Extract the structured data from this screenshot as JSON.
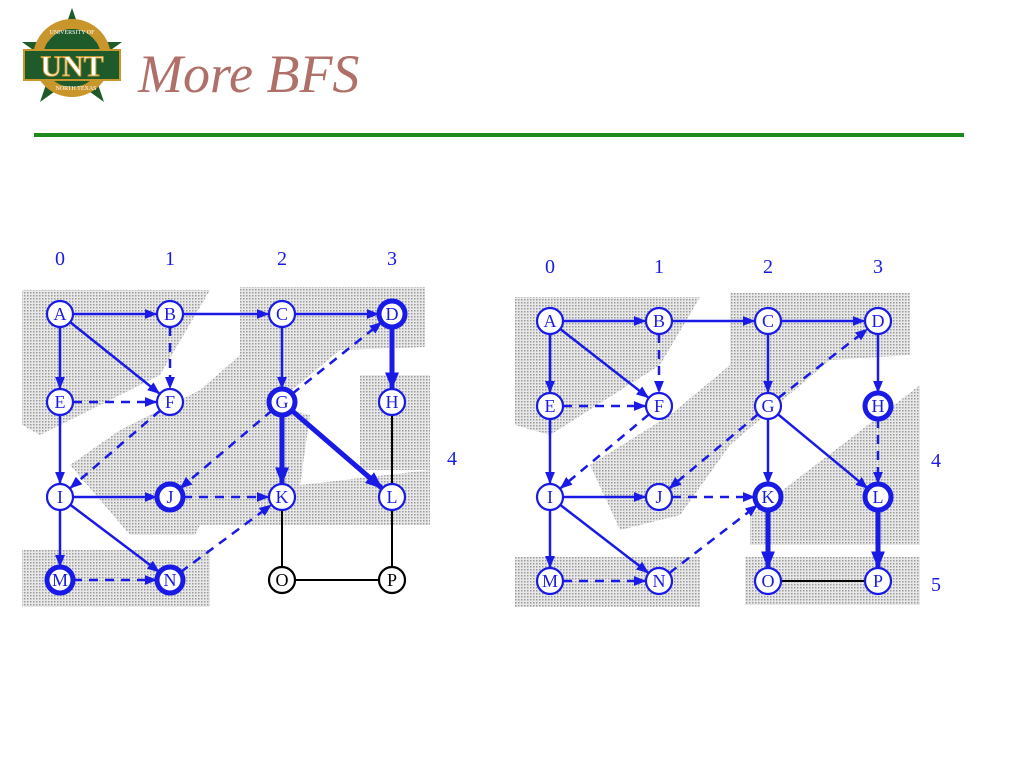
{
  "slide": {
    "title": "More BFS",
    "logo_text": "UNT",
    "logo_ring_top": "UNIVERSITY OF",
    "logo_ring_bottom": "NORTH TEXAS"
  },
  "colors": {
    "title": "#b0706a",
    "rule": "#1e8a1e",
    "visited": "#1a1ae6",
    "unvisited": "#000000",
    "shade": "#c8c8c8",
    "logo_green": "#1f5a2a",
    "logo_gold": "#c8962b"
  },
  "legend_note": "solid arrow = tree edge (discovery), dashed arrow = non-tree edge, bold = current frontier, gray band = BFS level",
  "diagrams": [
    {
      "id": "left",
      "level_labels": [
        "0",
        "1",
        "2",
        "3",
        "4"
      ],
      "nodes": [
        {
          "id": "A",
          "label": "A",
          "state": "visited"
        },
        {
          "id": "B",
          "label": "B",
          "state": "visited"
        },
        {
          "id": "C",
          "label": "C",
          "state": "visited"
        },
        {
          "id": "D",
          "label": "D",
          "state": "frontier"
        },
        {
          "id": "E",
          "label": "E",
          "state": "visited"
        },
        {
          "id": "F",
          "label": "F",
          "state": "visited"
        },
        {
          "id": "G",
          "label": "G",
          "state": "frontier"
        },
        {
          "id": "H",
          "label": "H",
          "state": "visited"
        },
        {
          "id": "I",
          "label": "I",
          "state": "visited"
        },
        {
          "id": "J",
          "label": "J",
          "state": "frontier"
        },
        {
          "id": "K",
          "label": "K",
          "state": "visited"
        },
        {
          "id": "L",
          "label": "L",
          "state": "visited"
        },
        {
          "id": "M",
          "label": "M",
          "state": "frontier"
        },
        {
          "id": "N",
          "label": "N",
          "state": "frontier"
        },
        {
          "id": "O",
          "label": "O",
          "state": "unvisited"
        },
        {
          "id": "P",
          "label": "P",
          "state": "unvisited"
        }
      ],
      "edges": [
        {
          "from": "A",
          "to": "B",
          "kind": "tree"
        },
        {
          "from": "B",
          "to": "C",
          "kind": "tree"
        },
        {
          "from": "C",
          "to": "D",
          "kind": "tree"
        },
        {
          "from": "A",
          "to": "E",
          "kind": "tree"
        },
        {
          "from": "A",
          "to": "F",
          "kind": "tree"
        },
        {
          "from": "B",
          "to": "F",
          "kind": "cross"
        },
        {
          "from": "E",
          "to": "F",
          "kind": "cross"
        },
        {
          "from": "C",
          "to": "G",
          "kind": "tree"
        },
        {
          "from": "D",
          "to": "H",
          "kind": "bold"
        },
        {
          "from": "E",
          "to": "I",
          "kind": "tree"
        },
        {
          "from": "F",
          "to": "I",
          "kind": "cross"
        },
        {
          "from": "G",
          "to": "D",
          "kind": "cross"
        },
        {
          "from": "G",
          "to": "J",
          "kind": "cross"
        },
        {
          "from": "G",
          "to": "K",
          "kind": "bold"
        },
        {
          "from": "G",
          "to": "L",
          "kind": "bold"
        },
        {
          "from": "H",
          "to": "L",
          "kind": "plain"
        },
        {
          "from": "I",
          "to": "J",
          "kind": "tree"
        },
        {
          "from": "I",
          "to": "M",
          "kind": "tree"
        },
        {
          "from": "I",
          "to": "N",
          "kind": "tree"
        },
        {
          "from": "J",
          "to": "K",
          "kind": "cross"
        },
        {
          "from": "M",
          "to": "N",
          "kind": "cross"
        },
        {
          "from": "N",
          "to": "K",
          "kind": "cross"
        },
        {
          "from": "K",
          "to": "O",
          "kind": "plain"
        },
        {
          "from": "L",
          "to": "P",
          "kind": "plain"
        },
        {
          "from": "O",
          "to": "P",
          "kind": "plain"
        }
      ]
    },
    {
      "id": "right",
      "level_labels": [
        "0",
        "1",
        "2",
        "3",
        "4",
        "5"
      ],
      "nodes": [
        {
          "id": "A",
          "label": "A",
          "state": "visited"
        },
        {
          "id": "B",
          "label": "B",
          "state": "visited"
        },
        {
          "id": "C",
          "label": "C",
          "state": "visited"
        },
        {
          "id": "D",
          "label": "D",
          "state": "visited"
        },
        {
          "id": "E",
          "label": "E",
          "state": "visited"
        },
        {
          "id": "F",
          "label": "F",
          "state": "visited"
        },
        {
          "id": "G",
          "label": "G",
          "state": "visited"
        },
        {
          "id": "H",
          "label": "H",
          "state": "frontier"
        },
        {
          "id": "I",
          "label": "I",
          "state": "visited"
        },
        {
          "id": "J",
          "label": "J",
          "state": "visited"
        },
        {
          "id": "K",
          "label": "K",
          "state": "frontier"
        },
        {
          "id": "L",
          "label": "L",
          "state": "frontier"
        },
        {
          "id": "M",
          "label": "M",
          "state": "visited"
        },
        {
          "id": "N",
          "label": "N",
          "state": "visited"
        },
        {
          "id": "O",
          "label": "O",
          "state": "visited"
        },
        {
          "id": "P",
          "label": "P",
          "state": "visited"
        }
      ],
      "edges": [
        {
          "from": "A",
          "to": "B",
          "kind": "tree"
        },
        {
          "from": "B",
          "to": "C",
          "kind": "tree"
        },
        {
          "from": "C",
          "to": "D",
          "kind": "tree"
        },
        {
          "from": "A",
          "to": "E",
          "kind": "tree"
        },
        {
          "from": "A",
          "to": "F",
          "kind": "tree"
        },
        {
          "from": "B",
          "to": "F",
          "kind": "cross"
        },
        {
          "from": "E",
          "to": "F",
          "kind": "cross"
        },
        {
          "from": "C",
          "to": "G",
          "kind": "tree"
        },
        {
          "from": "D",
          "to": "H",
          "kind": "tree"
        },
        {
          "from": "E",
          "to": "I",
          "kind": "tree"
        },
        {
          "from": "F",
          "to": "I",
          "kind": "cross"
        },
        {
          "from": "G",
          "to": "D",
          "kind": "cross"
        },
        {
          "from": "G",
          "to": "J",
          "kind": "cross"
        },
        {
          "from": "G",
          "to": "K",
          "kind": "tree"
        },
        {
          "from": "G",
          "to": "L",
          "kind": "tree"
        },
        {
          "from": "H",
          "to": "L",
          "kind": "cross"
        },
        {
          "from": "I",
          "to": "J",
          "kind": "tree"
        },
        {
          "from": "I",
          "to": "M",
          "kind": "tree"
        },
        {
          "from": "I",
          "to": "N",
          "kind": "tree"
        },
        {
          "from": "J",
          "to": "K",
          "kind": "cross"
        },
        {
          "from": "M",
          "to": "N",
          "kind": "cross"
        },
        {
          "from": "N",
          "to": "K",
          "kind": "cross"
        },
        {
          "from": "K",
          "to": "O",
          "kind": "bold"
        },
        {
          "from": "L",
          "to": "P",
          "kind": "bold"
        },
        {
          "from": "O",
          "to": "P",
          "kind": "plain"
        }
      ]
    }
  ]
}
